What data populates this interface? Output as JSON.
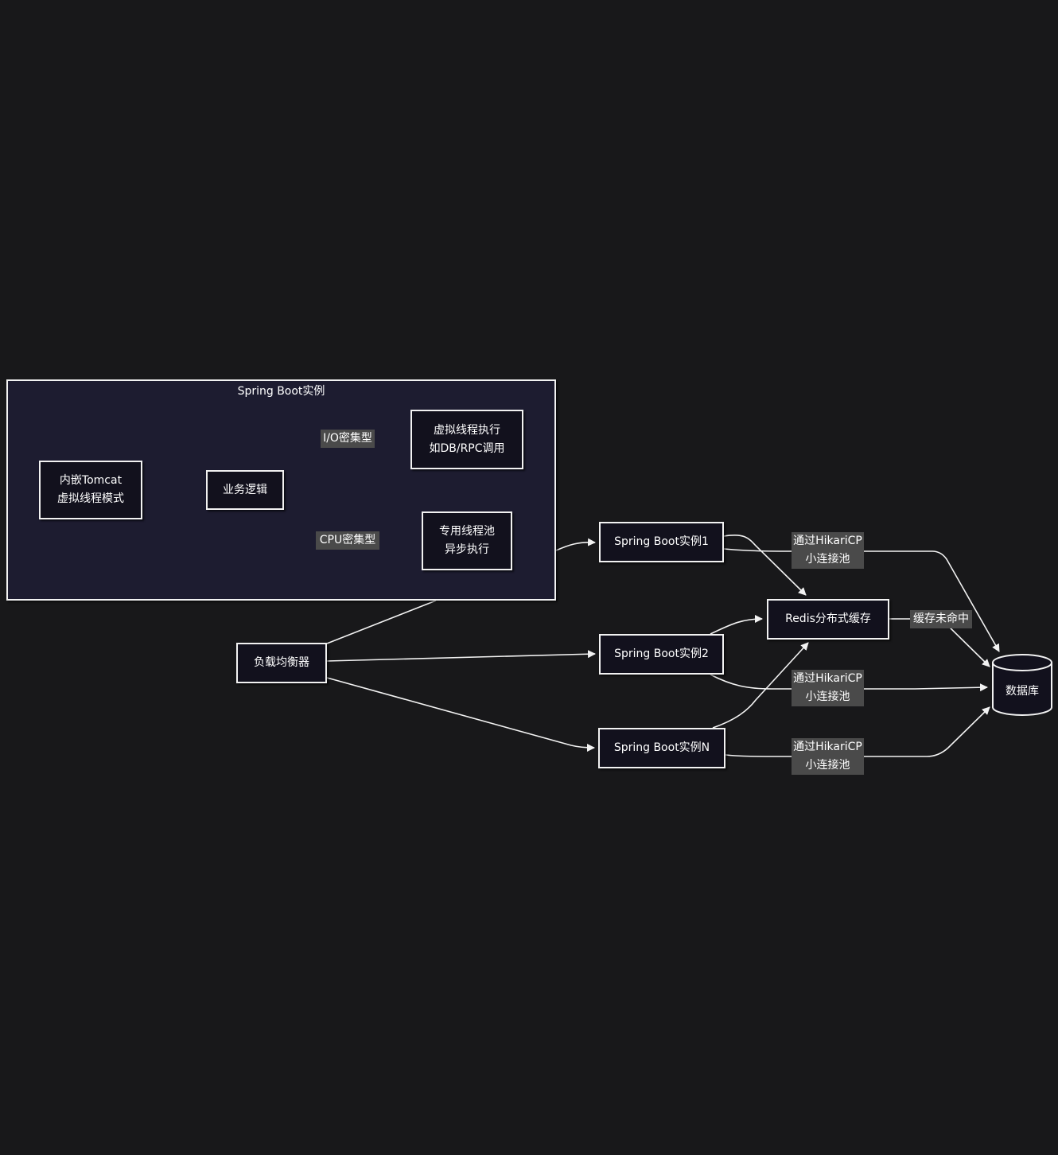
{
  "group": {
    "title": "Spring Boot实例"
  },
  "nodes": {
    "tomcat": [
      "内嵌Tomcat",
      "虚拟线程模式"
    ],
    "business": [
      "业务逻辑"
    ],
    "virtual_exec": [
      "虚拟线程执行",
      "如DB/RPC调用"
    ],
    "thread_pool": [
      "专用线程池",
      "异步执行"
    ],
    "load_balancer": [
      "负载均衡器"
    ],
    "instance1": [
      "Spring Boot实例1"
    ],
    "instance2": [
      "Spring Boot实例2"
    ],
    "instanceN": [
      "Spring Boot实例N"
    ],
    "redis": [
      "Redis分布式缓存"
    ],
    "database": [
      "数据库"
    ]
  },
  "edge_labels": {
    "io": [
      "I/O密集型"
    ],
    "cpu": [
      "CPU密集型"
    ],
    "hikari1": [
      "通过HikariCP",
      "小连接池"
    ],
    "hikari2": [
      "通过HikariCP",
      "小连接池"
    ],
    "hikariN": [
      "通过HikariCP",
      "小连接池"
    ],
    "cache_miss": [
      "缓存未命中"
    ]
  },
  "colors": {
    "background": "#18181a",
    "node_fill": "#12111d",
    "group_fill": "#1d1c30",
    "stroke": "#f2f2f2",
    "label_bg": "#4a4a4a"
  }
}
